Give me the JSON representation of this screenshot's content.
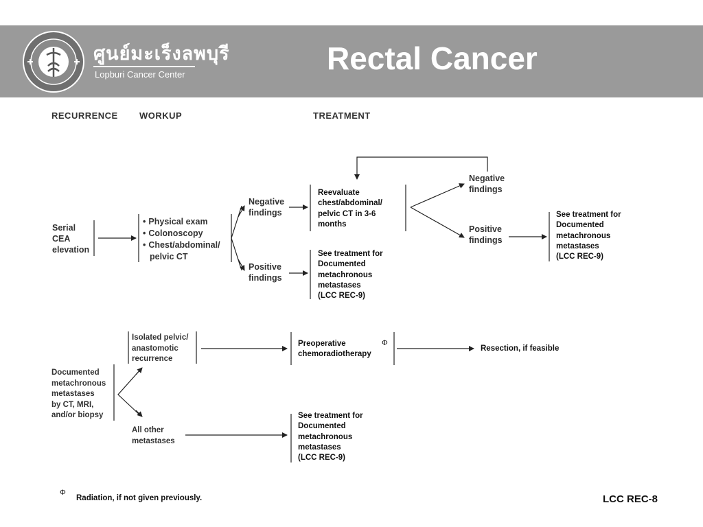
{
  "header": {
    "brand_thai": "ศูนย์มะเร็งลพบุรี",
    "brand_en": "Lopburi Cancer Center",
    "title": "Rectal Cancer",
    "banner_color": "#9a9a9a"
  },
  "columns": {
    "recurrence": "RECURRENCE",
    "workup": "WORKUP",
    "treatment": "TREATMENT"
  },
  "top": {
    "serial_cea": [
      "Serial",
      "CEA",
      "elevation"
    ],
    "workup_items": [
      "Physical exam",
      "Colonoscopy",
      "Chest/abdominal/"
    ],
    "workup_cont": "pelvic CT",
    "negative_findings": [
      "Negative",
      "findings"
    ],
    "positive_findings": [
      "Positive",
      "findings"
    ],
    "reevaluate": [
      "Reevaluate",
      "chest/abdominal/",
      "pelvic CT in 3-6",
      "months"
    ],
    "see_treatment_a": [
      "See treatment for",
      "Documented",
      "metachronous",
      "metastases",
      "(LCC REC-9)"
    ],
    "negative_findings_2": [
      "Negative",
      "findings"
    ],
    "positive_findings_2": [
      "Positive",
      "findings"
    ],
    "see_treatment_b": [
      "See treatment for",
      "Documented",
      "metachronous",
      "metastases",
      "(LCC REC-9)"
    ]
  },
  "bottom": {
    "documented": [
      "Documented",
      "metachronous",
      "metastases",
      "by CT, MRI,",
      "and/or biopsy"
    ],
    "isolated": [
      "Isolated pelvic/",
      "anastomotic",
      "recurrence"
    ],
    "all_other": [
      "All other",
      "metastases"
    ],
    "preop": [
      "Preoperative",
      "chemoradiotherapy"
    ],
    "phi": "Φ",
    "resection": "Resection, if feasible",
    "see_treatment_c": [
      "See treatment for",
      "Documented",
      "metachronous",
      "metastases",
      "(LCC REC-9)"
    ]
  },
  "footnote": {
    "symbol": "Φ",
    "text": "Radiation, if not given previously."
  },
  "page_code": "LCC REC-8"
}
